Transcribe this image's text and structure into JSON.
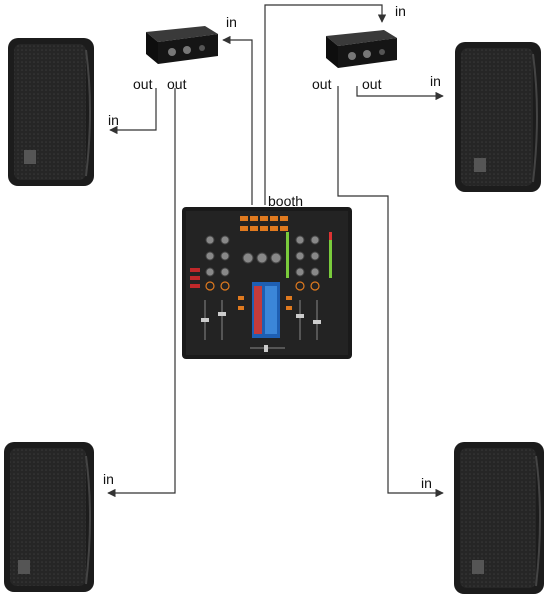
{
  "labels": {
    "top_left_box_in": "in",
    "top_left_box_out_1": "out",
    "top_left_box_out_2": "out",
    "top_right_box_in": "in",
    "top_right_box_out_1": "out",
    "top_right_box_out_2": "out",
    "top_left_speaker_in": "in",
    "top_right_speaker_in": "in",
    "bottom_left_speaker_in": "in",
    "bottom_right_speaker_in": "in",
    "mixer_booth": "booth"
  },
  "colors": {
    "speaker_body": "#1c1c1c",
    "speaker_grille": "#2b2b2b",
    "box_body": "#151515",
    "mixer_body": "#1a1a1a",
    "wire": "#333333",
    "mixer_accent_orange": "#e07a1f",
    "mixer_accent_red": "#c0282a",
    "mixer_screen": "#1e5fb3"
  },
  "icons": [
    "speaker-icon",
    "di-box-icon",
    "dj-mixer-icon"
  ]
}
